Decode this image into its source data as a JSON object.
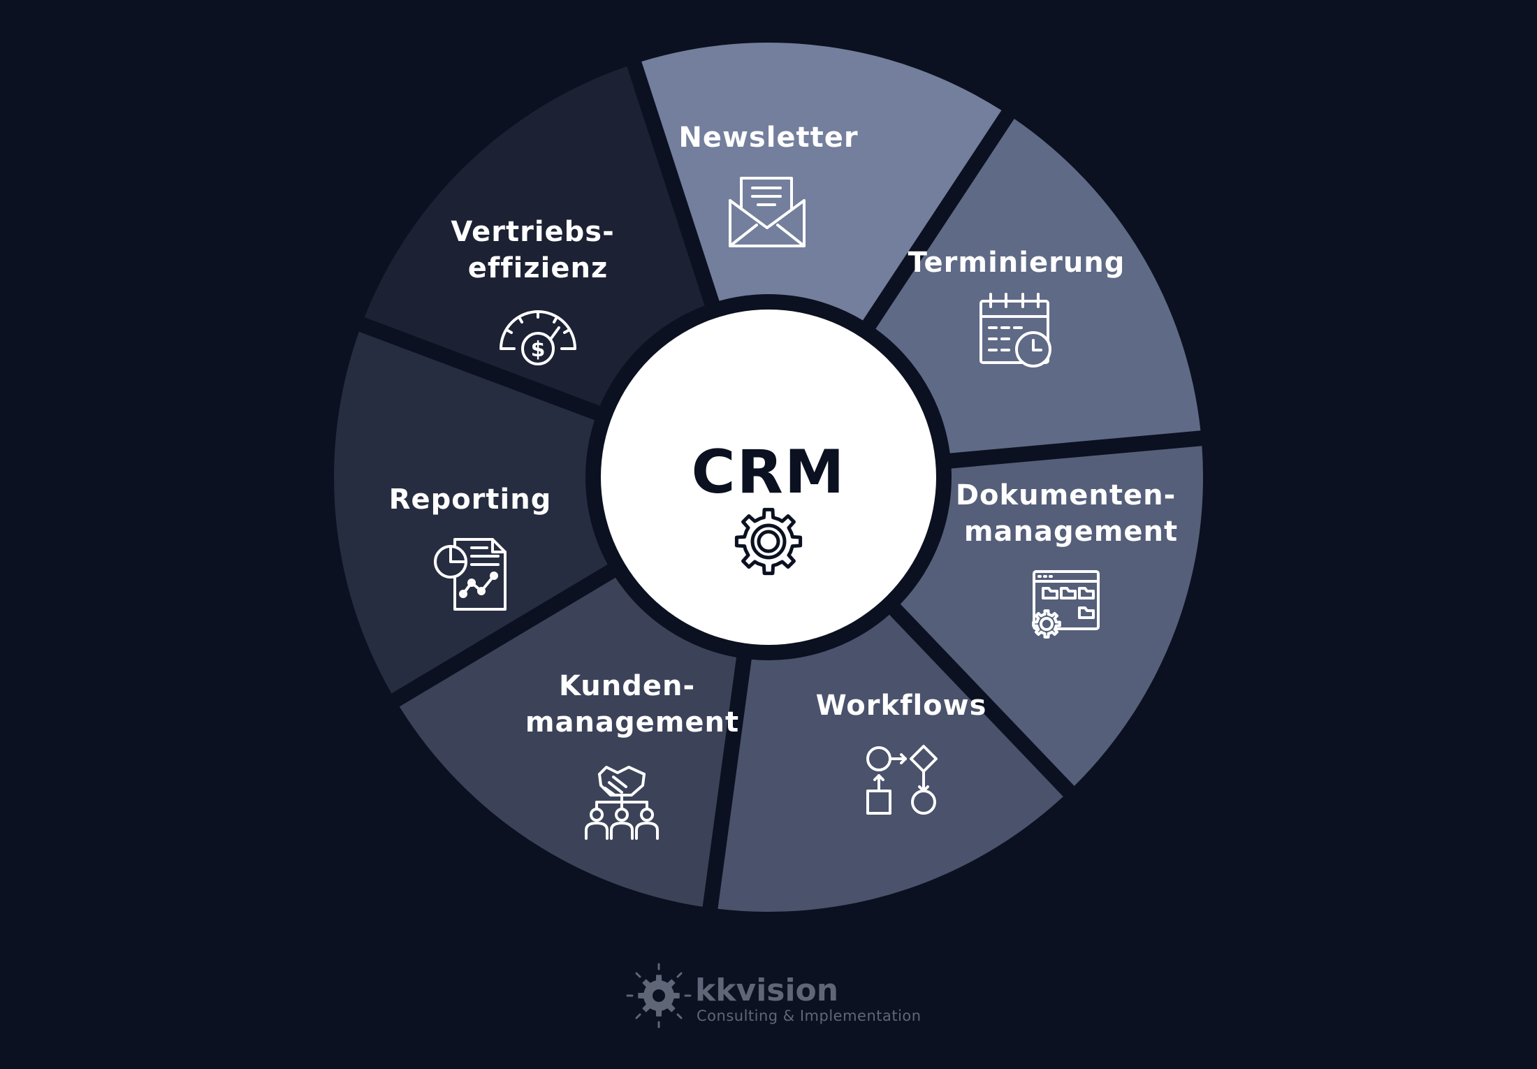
{
  "center": {
    "title": "CRM",
    "icon": "gear-icon",
    "fill": "#ffffff",
    "text_color": "#0b1120"
  },
  "segments": [
    {
      "id": "newsletter",
      "lines": [
        "Newsletter"
      ],
      "icon": "envelope-icon",
      "color": "#737f9c"
    },
    {
      "id": "terminierung",
      "lines": [
        "Terminierung"
      ],
      "icon": "calendar-clock-icon",
      "color": "#5f6a86"
    },
    {
      "id": "dokumentenmanagement",
      "lines": [
        "Dokumenten-",
        "management"
      ],
      "icon": "folder-gear-icon",
      "color": "#555f7a"
    },
    {
      "id": "workflows",
      "lines": [
        "Workflows"
      ],
      "icon": "workflow-icon",
      "color": "#4a526c"
    },
    {
      "id": "kundenmanagement",
      "lines": [
        "Kunden-",
        "management"
      ],
      "icon": "handshake-team-icon",
      "color": "#3c4359"
    },
    {
      "id": "reporting",
      "lines": [
        "Reporting"
      ],
      "icon": "report-chart-icon",
      "color": "#272d40"
    },
    {
      "id": "vertriebseffizienz",
      "lines": [
        "Vertriebs-",
        "effizienz"
      ],
      "icon": "speedometer-dollar-icon",
      "color": "#1c2134"
    }
  ],
  "brand": {
    "name": "kkvision",
    "tagline": "Consulting & Implementation",
    "icon": "gear-logo-icon",
    "color": "#5f6677"
  },
  "colors": {
    "background": "#0b1120",
    "gap": "#0b1120"
  }
}
